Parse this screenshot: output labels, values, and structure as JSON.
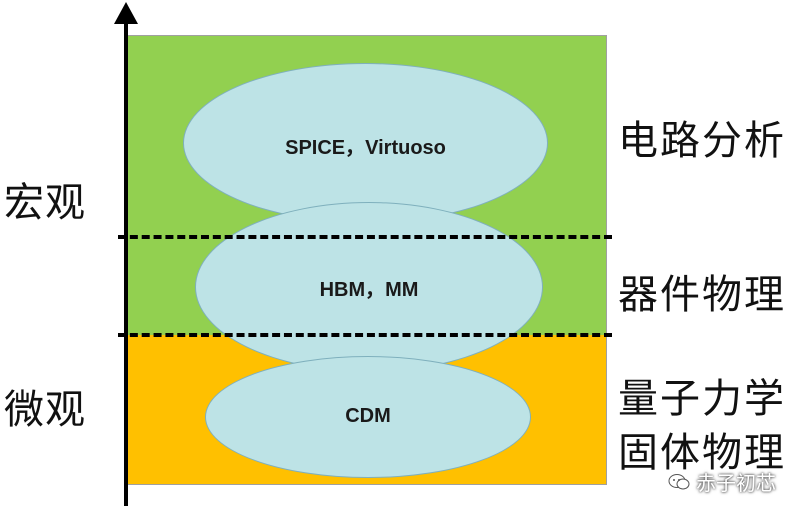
{
  "diagram": {
    "left_labels": {
      "macro": "宏观",
      "micro": "微观"
    },
    "ellipses": [
      {
        "label": "SPICE，Virtuoso"
      },
      {
        "label": "HBM，MM"
      },
      {
        "label": "CDM"
      }
    ],
    "right_labels": [
      "电路分析",
      "器件物理",
      "量子力学",
      "固体物理"
    ],
    "colors": {
      "upper_band": "#92d050",
      "lower_band": "#ffc000",
      "ellipse_fill": "#bde3e6"
    }
  },
  "watermark": {
    "text": "赤子初芯",
    "icon": "wechat-bubble-icon"
  }
}
